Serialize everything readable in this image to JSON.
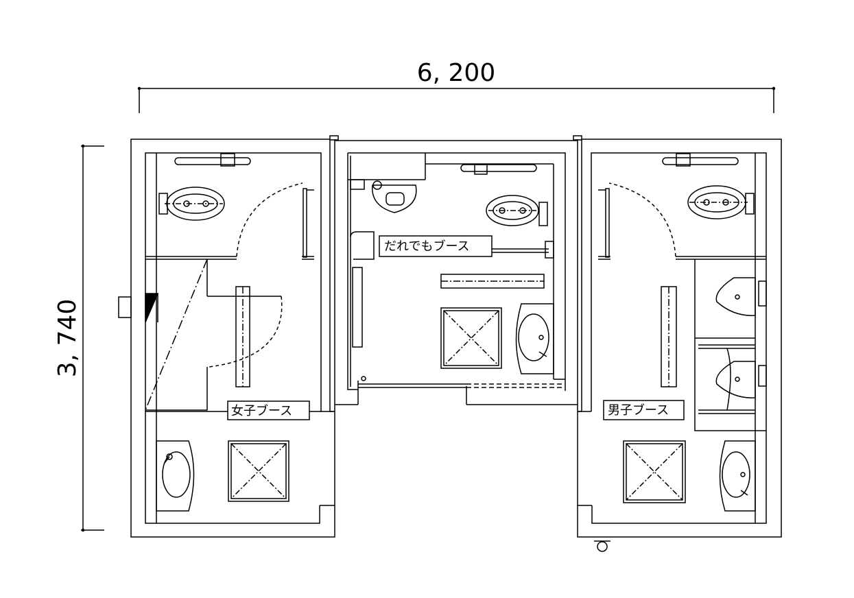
{
  "dimensions": {
    "width_label": "6, 200",
    "height_label": "3, 740"
  },
  "rooms": {
    "women": "女子ブース",
    "universal": "だれでもブース",
    "men": "男子ブース"
  },
  "colors": {
    "line": "#000000",
    "background": "#ffffff"
  }
}
